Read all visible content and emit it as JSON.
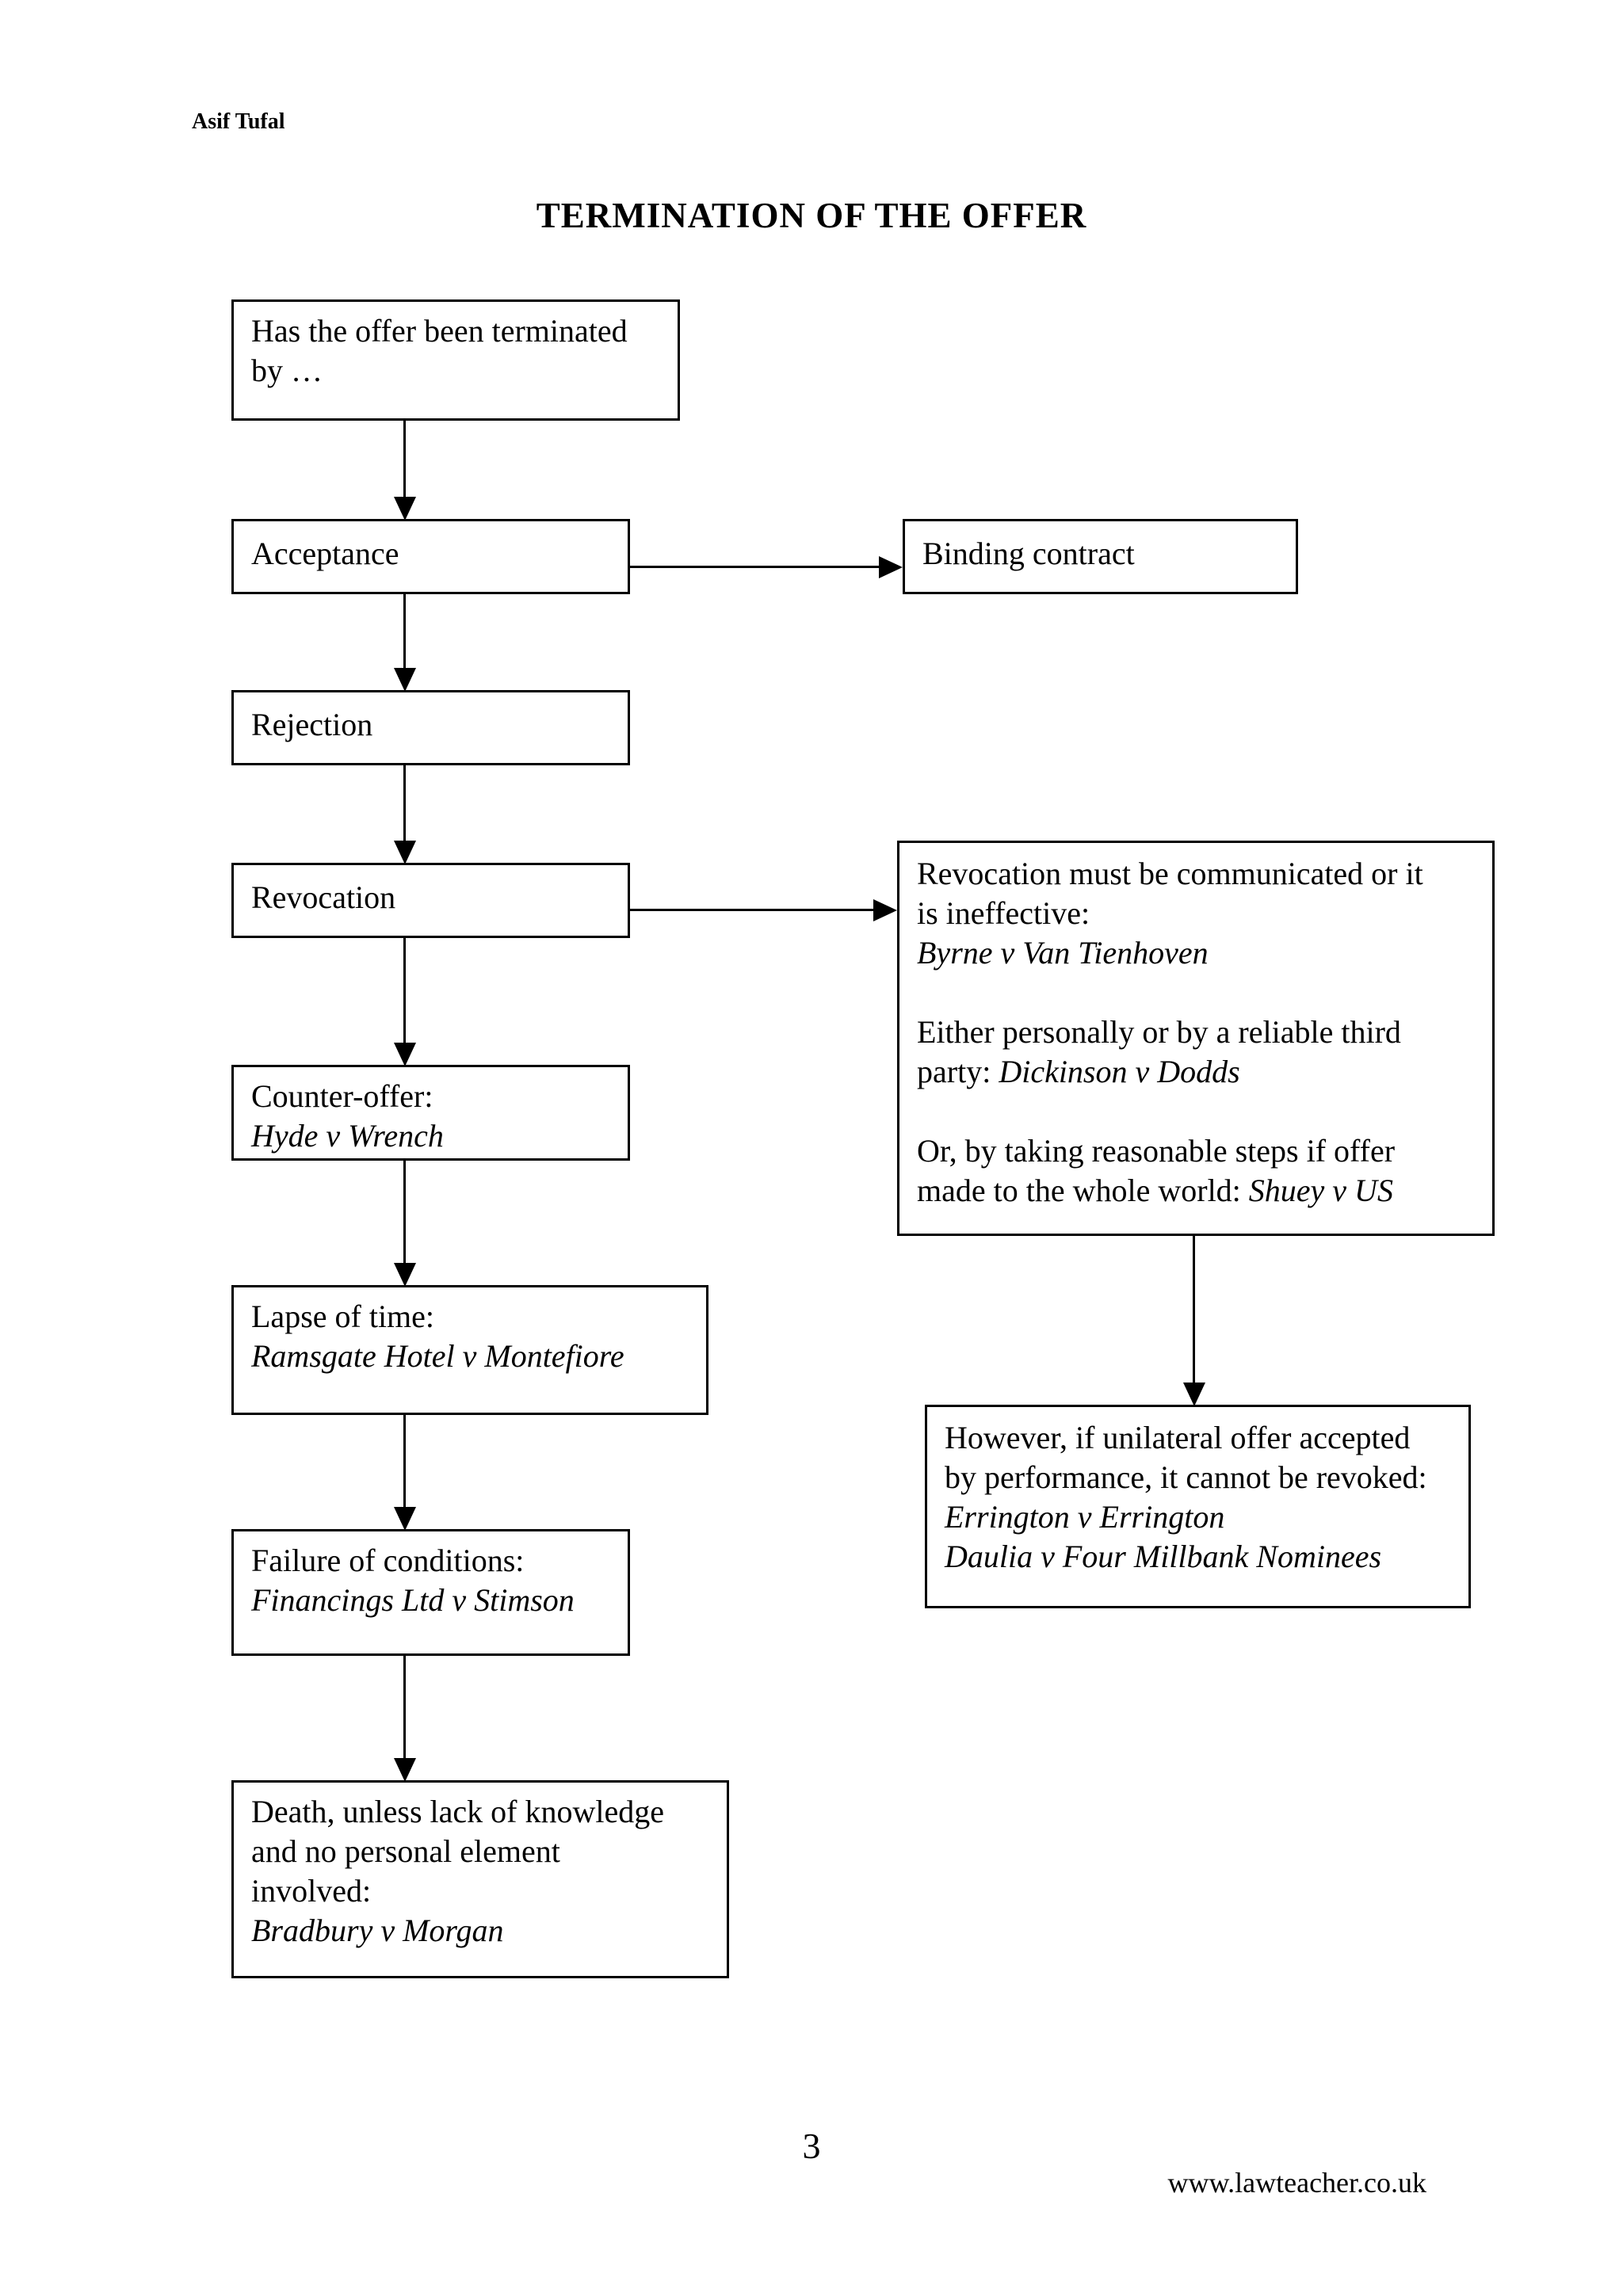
{
  "page": {
    "author": "Asif Tufal",
    "title": "TERMINATION OF THE OFFER",
    "page_number": "3",
    "website": "www.lawteacher.co.uk"
  },
  "boxes": {
    "question": {
      "lines": [
        [
          {
            "t": "Has the offer been terminated"
          }
        ],
        [
          {
            "t": "by …"
          }
        ]
      ]
    },
    "acceptance": {
      "lines": [
        [
          {
            "t": "Acceptance"
          }
        ]
      ]
    },
    "binding_contract": {
      "lines": [
        [
          {
            "t": "Binding contract"
          }
        ]
      ]
    },
    "rejection": {
      "lines": [
        [
          {
            "t": "Rejection"
          }
        ]
      ]
    },
    "revocation": {
      "lines": [
        [
          {
            "t": "Revocation"
          }
        ]
      ]
    },
    "counter_offer": {
      "lines": [
        [
          {
            "t": "Counter-offer:"
          }
        ],
        [
          {
            "t": "Hyde v Wrench",
            "i": true
          }
        ]
      ]
    },
    "lapse_of_time": {
      "lines": [
        [
          {
            "t": "Lapse of time:"
          }
        ],
        [
          {
            "t": "Ramsgate Hotel v Montefiore",
            "i": true
          }
        ]
      ]
    },
    "failure_of_conditions": {
      "lines": [
        [
          {
            "t": "Failure of conditions:"
          }
        ],
        [
          {
            "t": "Financings Ltd v Stimson",
            "i": true
          }
        ]
      ]
    },
    "death": {
      "lines": [
        [
          {
            "t": "Death, unless lack of knowledge"
          }
        ],
        [
          {
            "t": "and no personal element"
          }
        ],
        [
          {
            "t": "involved:"
          }
        ],
        [
          {
            "t": "Bradbury v Morgan",
            "i": true
          }
        ]
      ]
    },
    "revocation_note": {
      "lines": [
        [
          {
            "t": "Revocation must be communicated or it"
          }
        ],
        [
          {
            "t": "is ineffective:"
          }
        ],
        [
          {
            "t": "Byrne v Van Tienhoven",
            "i": true
          }
        ],
        [],
        [
          {
            "t": "Either personally or by a reliable third"
          }
        ],
        [
          {
            "t": "party: "
          },
          {
            "t": "Dickinson v Dodds",
            "i": true
          }
        ],
        [],
        [
          {
            "t": "Or, by taking reasonable steps if offer"
          }
        ],
        [
          {
            "t": "made to the whole world: "
          },
          {
            "t": "Shuey v US",
            "i": true
          }
        ]
      ]
    },
    "unilateral_note": {
      "lines": [
        [
          {
            "t": "However, if unilateral offer accepted"
          }
        ],
        [
          {
            "t": "by performance, it cannot be revoked:"
          }
        ],
        [
          {
            "t": "Errington v Errington",
            "i": true
          }
        ],
        [
          {
            "t": "Daulia v Four Millbank Nominees",
            "i": true
          }
        ]
      ]
    }
  }
}
